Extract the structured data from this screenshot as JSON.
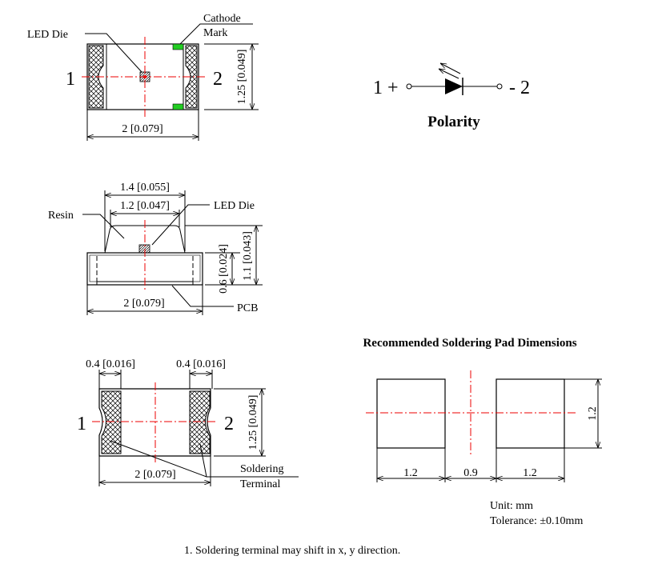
{
  "top_view": {
    "led_die_label": "LED Die",
    "cathode_label_1": "Cathode",
    "cathode_label_2": "Mark",
    "pin1": "1",
    "pin2": "2",
    "width_dim": "2 [0.079]",
    "height_dim": "1.25 [0.049]",
    "cathode_color": "#22cc22"
  },
  "polarity": {
    "left_label": "1 +",
    "right_label": "- 2",
    "title": "Polarity"
  },
  "side_view": {
    "resin_top_dim": "1.4 [0.055]",
    "resin_inner_dim": "1.2 [0.047]",
    "resin_label": "Resin",
    "led_die_label": "LED Die",
    "pcb_height_dim": "0.6 [0.024]",
    "total_height_dim": "1.1 [0.043]",
    "width_dim": "2 [0.079]",
    "pcb_label": "PCB"
  },
  "bottom_view": {
    "terminal_left_dim": "0.4 [0.016]",
    "terminal_right_dim": "0.4 [0.016]",
    "pin1": "1",
    "pin2": "2",
    "height_dim": "1.25 [0.049]",
    "width_dim": "2 [0.079]",
    "terminal_label_1": "Soldering",
    "terminal_label_2": "Terminal"
  },
  "pads": {
    "title": "Recommended Soldering Pad Dimensions",
    "pad_width_left": "1.2",
    "gap": "0.9",
    "pad_width_right": "1.2",
    "pad_height": "1.2",
    "unit": "Unit: mm",
    "tolerance": "Tolerance: ±0.10mm"
  },
  "note": "1. Soldering terminal may shift in x, y direction."
}
